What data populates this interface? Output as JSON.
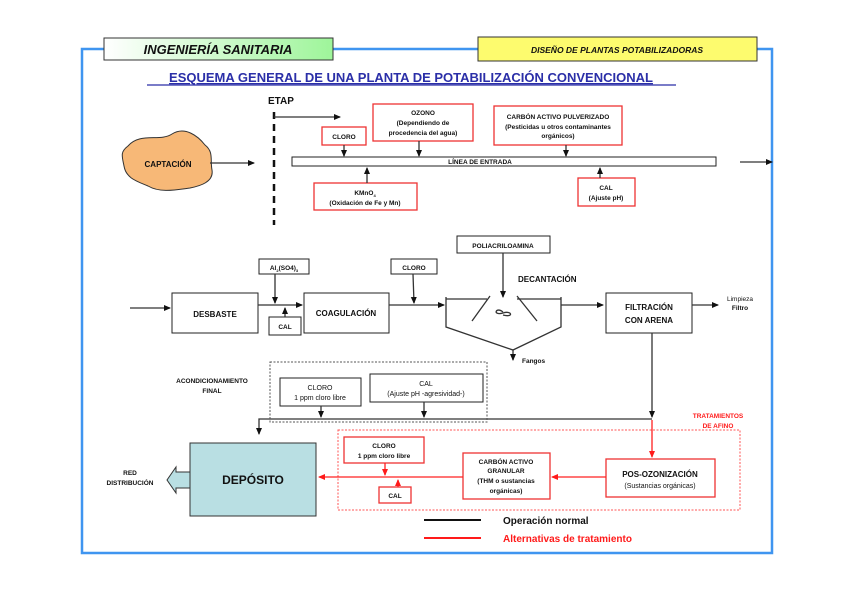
{
  "header": {
    "left_tab": "INGENIERÍA SANITARIA",
    "right_tab": "DISEÑO DE PLANTAS POTABILIZADORAS",
    "title": "ESQUEMA GENERAL DE UNA PLANTA DE POTABILIZACIÓN CONVENCIONAL"
  },
  "colors": {
    "frame": "#3f95f0",
    "left_tab_gradient": [
      "#ffffff",
      "#9ef59a"
    ],
    "right_tab": "#fdfb6e",
    "captacion_fill": "#f7b877",
    "deposito_fill": "#b9dfe3",
    "title": "#2b2fa8",
    "normal": "#111111",
    "alternative": "#ff1a1a"
  },
  "intake": {
    "captacion": "CAPTACIÓN",
    "etap": "ETAP",
    "linea_entrada": "LÍNEA DE ENTRADA",
    "cloro": "CLORO",
    "ozono": {
      "title": "OZONO",
      "line1": "(Dependiendo de",
      "line2": "procedencia del agua)"
    },
    "carbon_pulverizado": {
      "title": "CARBÓN ACTIVO PULVERIZADO",
      "line1": "(Pesticidas u otros contaminantes",
      "line2": "orgánicos)"
    },
    "kmno4": {
      "title": "KMnO",
      "sub": "4",
      "line1": "(Oxidación de Fe y Mn)"
    },
    "cal": {
      "title": "CAL",
      "line1": "(Ajuste pH)"
    }
  },
  "main_line": {
    "desbaste": "DESBASTE",
    "al2so4": {
      "pre": "Al",
      "sub1": "2",
      "mid": "(SO4)",
      "sub2": "3"
    },
    "cal": "CAL",
    "coagulacion": "COAGULACIÓN",
    "cloro": "CLORO",
    "poliacriloamina": "POLIACRILOAMINA",
    "decantacion": "DECANTACIÓN",
    "fangos": "Fangos",
    "filtracion": [
      "FILTRACIÓN",
      "CON ARENA"
    ],
    "limpieza": [
      "Limpieza",
      "Filtro"
    ]
  },
  "final": {
    "acondicionamiento": [
      "ACONDICIONAMIENTO",
      "FINAL"
    ],
    "cloro": {
      "title": "CLORO",
      "line1": "1 ppm cloro libre"
    },
    "cal": {
      "title": "CAL",
      "line1": "(Ajuste pH -agresividad-)"
    },
    "deposito": "DEPÓSITO",
    "red_distribucion": [
      "RED",
      "DISTRIBUCIÓN"
    ]
  },
  "afino": {
    "label": [
      "TRATAMIENTOS",
      "DE AFINO"
    ],
    "posozonizacion": {
      "title": "POS-OZONIZACIÓN",
      "line1": "(Sustancias orgánicas)"
    },
    "carbon_granular": [
      "CARBÓN ACTIVO",
      "GRANULAR",
      "(THM o sustancias",
      "orgánicas)"
    ],
    "cloro": {
      "title": "CLORO",
      "line1": "1 ppm cloro libre"
    },
    "cal": "CAL"
  },
  "legend": {
    "normal": "Operación normal",
    "alternative": "Alternativas de tratamiento"
  }
}
